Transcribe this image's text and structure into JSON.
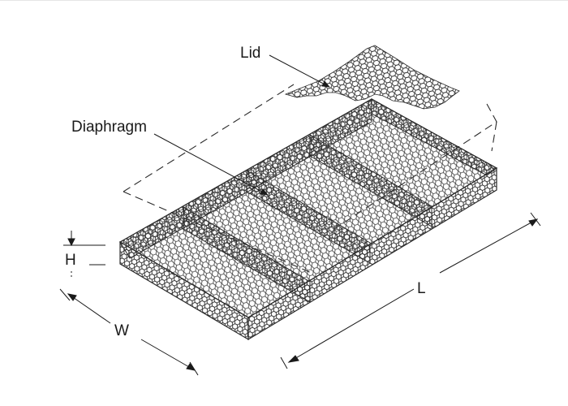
{
  "labels": {
    "lid": "Lid",
    "diaphragm": "Diaphragm",
    "height": "H",
    "width": "W",
    "length": "L"
  },
  "colors": {
    "line": "#2a2a2a",
    "mesh": "#3a3a3a",
    "background": "#ffffff"
  }
}
